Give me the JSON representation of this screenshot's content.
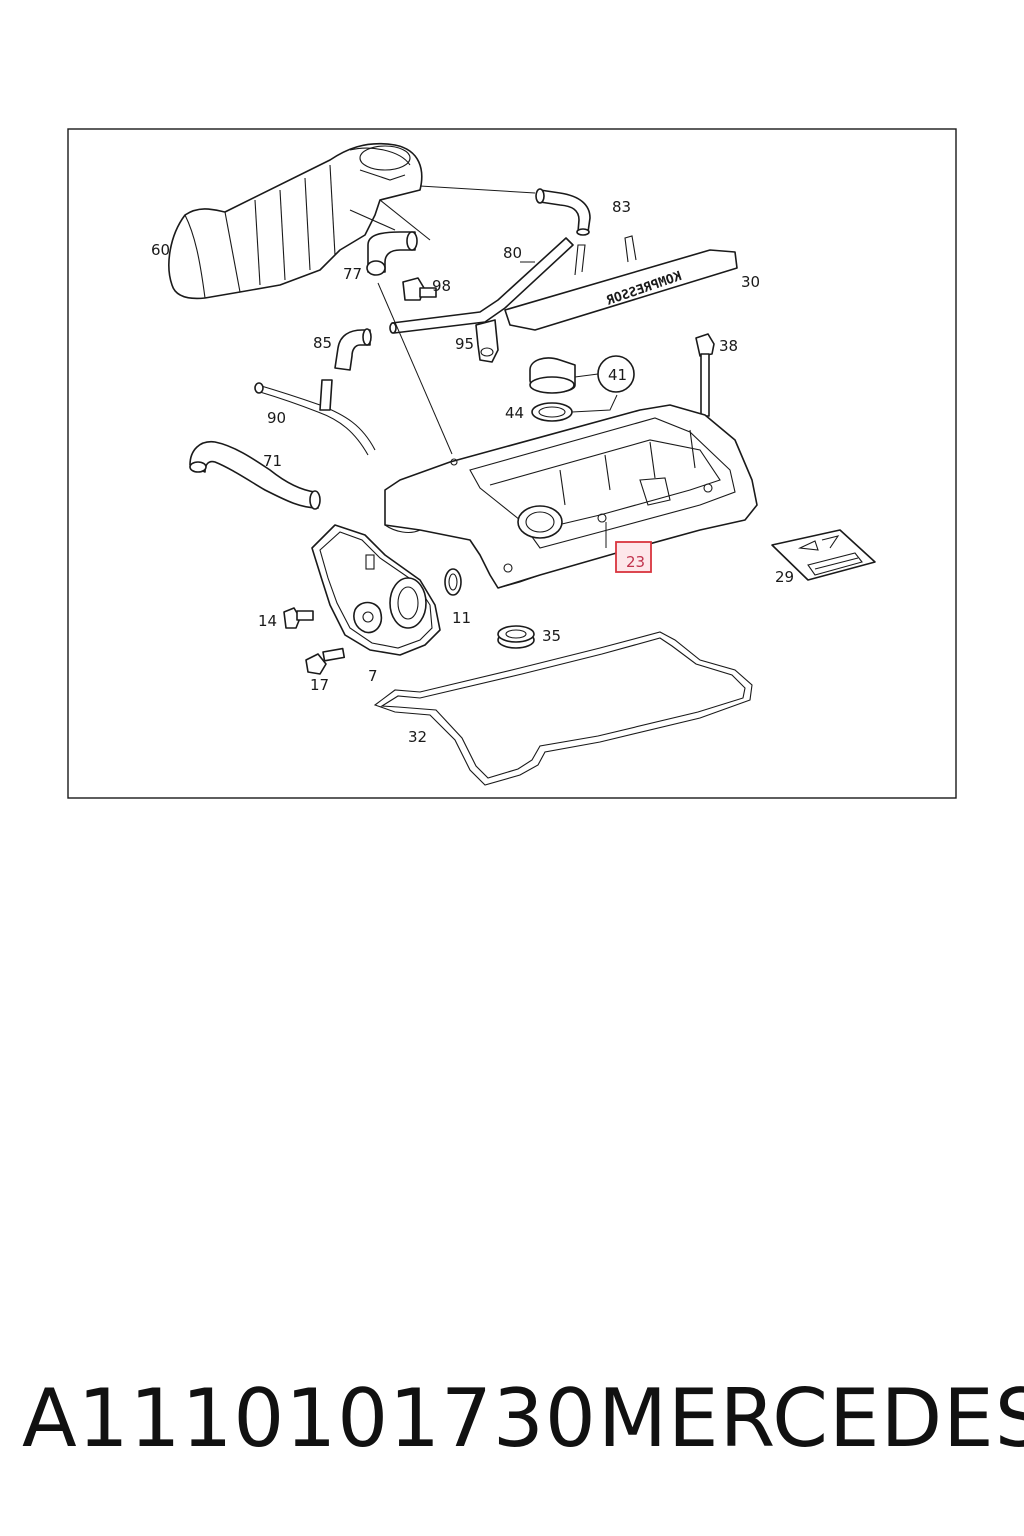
{
  "diagram": {
    "labels": {
      "p60": "60",
      "p77": "77",
      "p98": "98",
      "p83": "83",
      "p80": "80",
      "p30": "30",
      "p85": "85",
      "p95": "95",
      "p41": "41",
      "p38": "38",
      "p44": "44",
      "p90": "90",
      "p71": "71",
      "p23": "23",
      "p29": "29",
      "p14": "14",
      "p11": "11",
      "p35": "35",
      "p17": "17",
      "p7": "7",
      "p32": "32"
    },
    "engraving": "KOMPRESSOR",
    "highlight_color": "#d9343e"
  },
  "caption": {
    "part_number": "A1110101730",
    "brand": "MERCEDES"
  }
}
